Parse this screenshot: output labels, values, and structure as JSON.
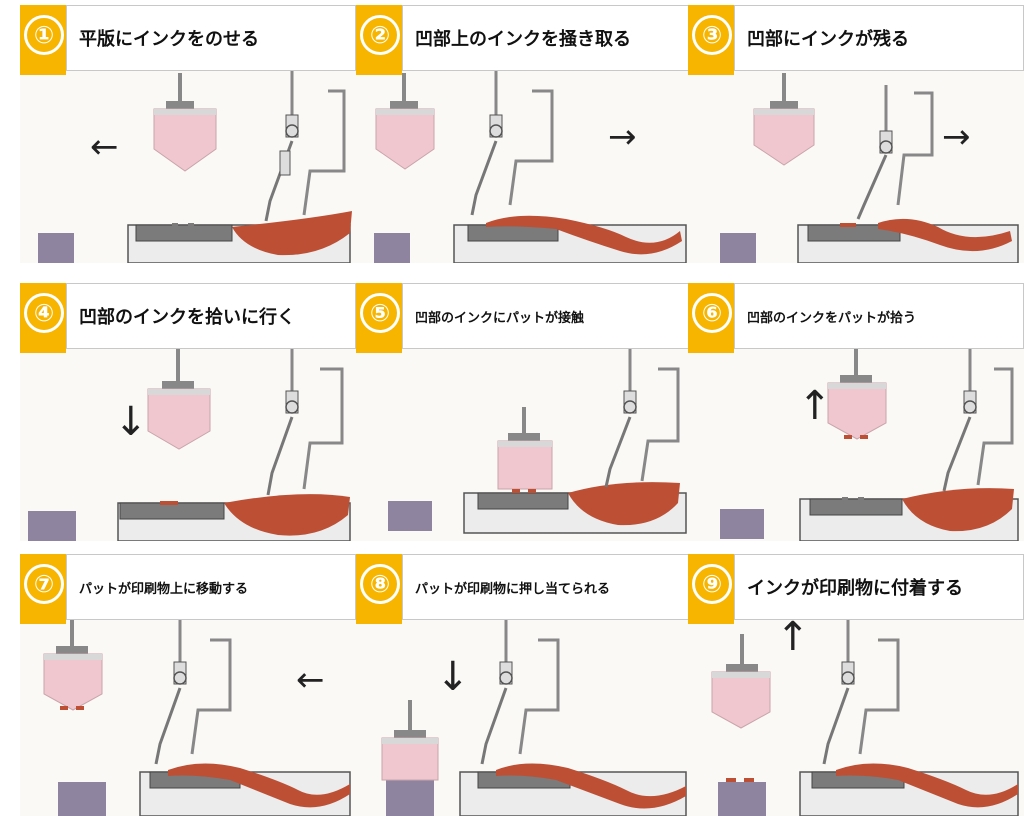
{
  "colors": {
    "badge": "#f7b500",
    "ink": "#bd4f35",
    "pad": "#f0c7cf",
    "pad_cap": "#d8d8d8",
    "plate": "#7b7b7b",
    "substrate": "#8f84a0",
    "background": "#fbf9f6"
  },
  "steps": [
    {
      "number": "①",
      "caption": "平版にインクをのせる"
    },
    {
      "number": "②",
      "caption": "凹部上のインクを掻き取る"
    },
    {
      "number": "③",
      "caption": "凹部にインクが残る"
    },
    {
      "number": "④",
      "caption": "凹部のインクを拾いに行く"
    },
    {
      "number": "⑤",
      "caption": "凹部のインクにパットが接触"
    },
    {
      "number": "⑥",
      "caption": "凹部のインクをパットが拾う"
    },
    {
      "number": "⑦",
      "caption": "パットが印刷物上に移動する"
    },
    {
      "number": "⑧",
      "caption": "パットが印刷物に押し当てられる"
    },
    {
      "number": "⑨",
      "caption": "インクが印刷物に付着する"
    }
  ],
  "icons": {
    "left_arrow": "←",
    "right_arrow": "→",
    "down_arrow": "↓",
    "up_arrow": "↑"
  }
}
